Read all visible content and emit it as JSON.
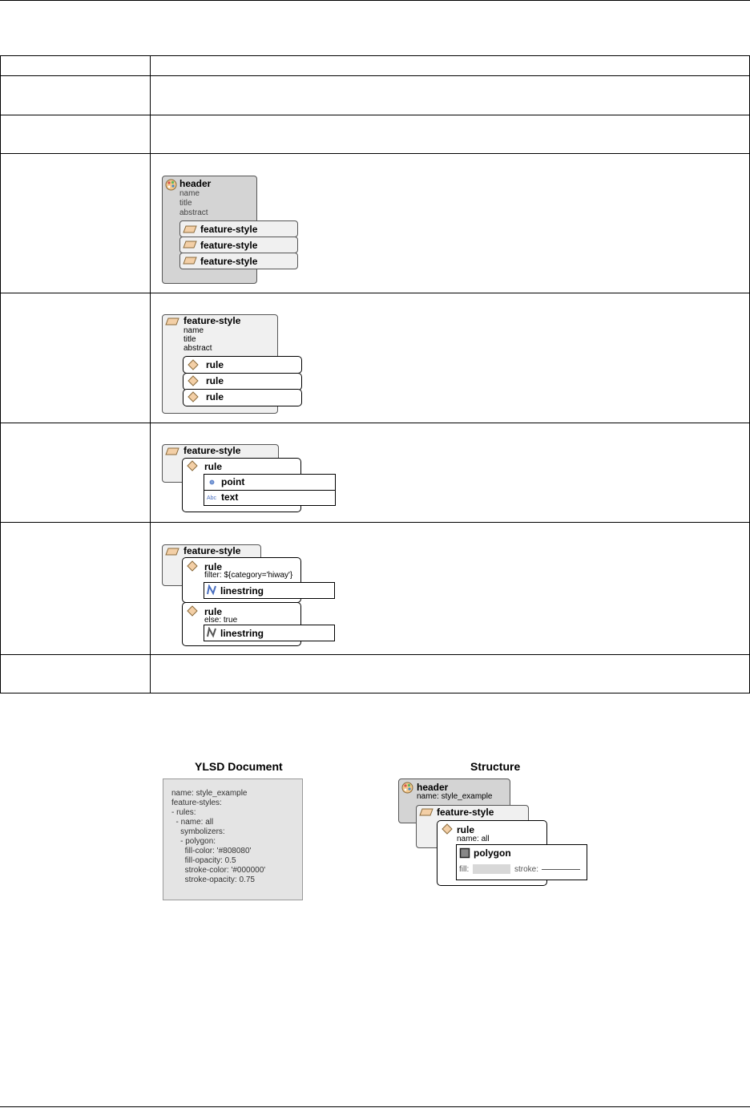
{
  "table": {
    "rows": [
      {
        "label": "",
        "content": ""
      },
      {
        "label": "",
        "content": ""
      },
      {
        "label": "",
        "content": ""
      },
      {
        "label": "",
        "diagram": "header"
      },
      {
        "label": "",
        "diagram": "feature-style"
      },
      {
        "label": "",
        "diagram": "rule"
      },
      {
        "label": "",
        "diagram": "filter"
      },
      {
        "label": "",
        "content": ""
      }
    ]
  },
  "diagrams": {
    "header": {
      "title": "header",
      "fields": [
        "name",
        "title",
        "abstract"
      ],
      "children": [
        "feature-style",
        "feature-style",
        "feature-style"
      ]
    },
    "feature_style": {
      "title": "feature-style",
      "fields": [
        "name",
        "title",
        "abstract"
      ],
      "children": [
        "rule",
        "rule",
        "rule"
      ]
    },
    "rule": {
      "parent": "feature-style",
      "title": "rule",
      "symbolizers": [
        {
          "label": "point",
          "icon": "point-icon"
        },
        {
          "label": "text",
          "icon_text": "Abc"
        }
      ]
    },
    "filter": {
      "parent": "feature-style",
      "rules": [
        {
          "title": "rule",
          "detail": "filter: ${category='hiway'}",
          "symbolizer": "linestring"
        },
        {
          "title": "rule",
          "detail": "else: true",
          "symbolizer": "linestring"
        }
      ]
    }
  },
  "example": {
    "ylsd_title": "YLSD Document",
    "structure_title": "Structure",
    "ylsd_lines": [
      "name: style_example",
      "feature-styles:",
      "- rules:",
      "  - name: all",
      "    symbolizers:",
      "    - polygon:",
      "      fill-color: '#808080'",
      "      fill-opacity: 0.5",
      "      stroke-color: '#000000'",
      "      stroke-opacity: 0.75"
    ],
    "structure": {
      "header_title": "header",
      "header_name": "name: style_example",
      "fs_title": "feature-style",
      "rule_title": "rule",
      "rule_name": "name: all",
      "polygon_title": "polygon",
      "fill_label": "fill:",
      "stroke_label": "stroke:"
    }
  },
  "colors": {
    "header_bg": "#d4d4d4",
    "feature_style_bg": "#f0f0f0",
    "rule_icon": "#f3cfa6",
    "line_icon": "#4a6fbf"
  }
}
